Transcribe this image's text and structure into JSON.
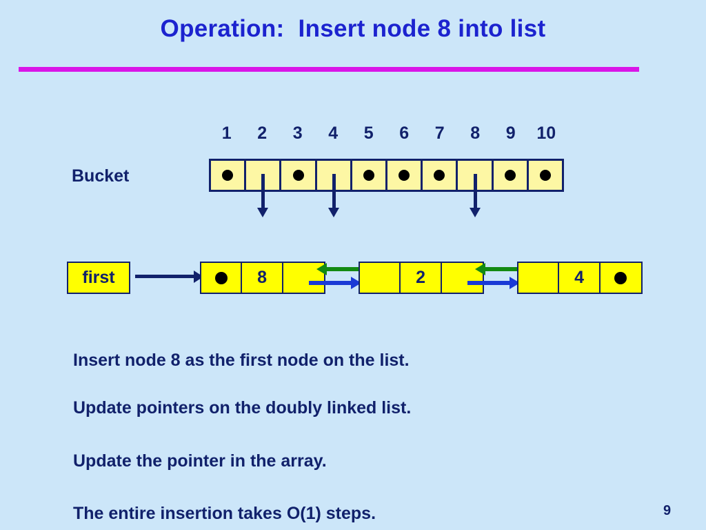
{
  "slide": {
    "title": "Operation:  Insert node 8 into list",
    "page_number": "9",
    "background_color": "#cce6f9",
    "rule_color": "#d916e8",
    "text_color": "#11216b",
    "title_color": "#1c23cf"
  },
  "bucket": {
    "label": "Bucket",
    "indices": [
      "1",
      "2",
      "3",
      "4",
      "5",
      "6",
      "7",
      "8",
      "9",
      "10"
    ],
    "cells": [
      {
        "index": "1",
        "content": "dot"
      },
      {
        "index": "2",
        "content": "pointer"
      },
      {
        "index": "3",
        "content": "dot"
      },
      {
        "index": "4",
        "content": "pointer"
      },
      {
        "index": "5",
        "content": "dot"
      },
      {
        "index": "6",
        "content": "dot"
      },
      {
        "index": "7",
        "content": "dot"
      },
      {
        "index": "8",
        "content": "pointer"
      },
      {
        "index": "9",
        "content": "dot"
      },
      {
        "index": "10",
        "content": "dot"
      }
    ],
    "cell_fill": "#fdf7a4",
    "border_color": "#11216b"
  },
  "list": {
    "head_label": "first",
    "node_fill": "#ffff00",
    "next_pointer_color": "#1a3ad6",
    "prev_pointer_color": "#138a12",
    "nodes": [
      {
        "prev": "dot",
        "value": "8",
        "next": "pointer"
      },
      {
        "prev": "pointer",
        "value": "2",
        "next": "pointer"
      },
      {
        "prev": "pointer",
        "value": "4",
        "next": "dot"
      }
    ]
  },
  "bullets": [
    "Insert node 8 as the first node on the list.",
    "Update pointers on the doubly linked list.",
    "Update the pointer in the array.",
    "The entire insertion takes O(1) steps."
  ]
}
